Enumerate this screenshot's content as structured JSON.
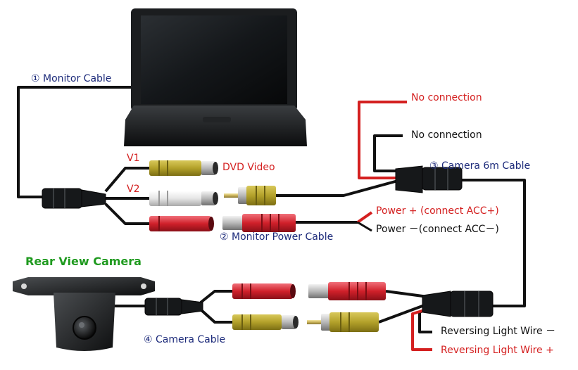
{
  "labels": {
    "monitor_cable": "① Monitor Cable",
    "v1": "V1",
    "v2": "V2",
    "dvd_video": "DVD Video",
    "monitor_power_cable": "② Monitor Power Cable",
    "no_connection_red": "No connection",
    "no_connection_black": "No connection",
    "camera_6m_cable": "③ Camera 6m Cable",
    "power_plus": "Power + (connect ACC+)",
    "power_minus": "Power －(connect ACC－)",
    "rear_view_camera": "Rear View Camera",
    "camera_cable": "④ Camera Cable",
    "reversing_minus": "Reversing Light Wire －",
    "reversing_plus": "Reversing Light Wire +"
  },
  "colors": {
    "wire_black": "#111111",
    "wire_red": "#d42020",
    "label_navy": "#1c2a7a",
    "label_red": "#d42020",
    "label_green": "#1f9a1f",
    "rca_yellow": "#b9a52a",
    "rca_white": "#eeeeee",
    "rca_red": "#d0202a"
  }
}
